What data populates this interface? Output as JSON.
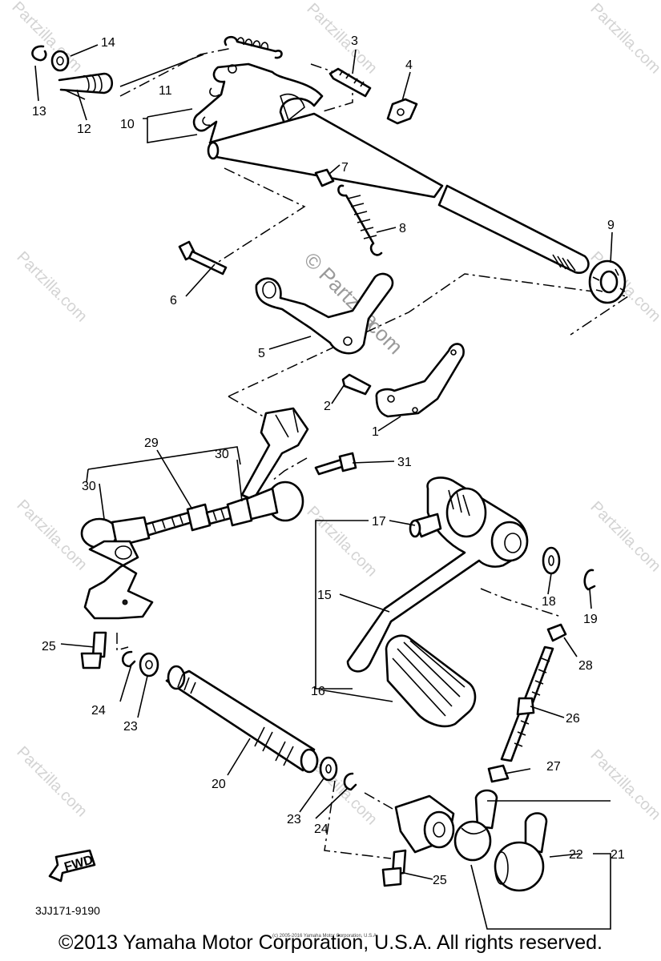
{
  "watermark": {
    "brand": "Partzilla.com",
    "center_line1": "© Partzilla",
    "center_line2": ".com"
  },
  "callouts": {
    "p1": "1",
    "p2": "2",
    "p3": "3",
    "p4": "4",
    "p5": "5",
    "p6": "6",
    "p7": "7",
    "p8": "8",
    "p9": "9",
    "p10": "10",
    "p11": "11",
    "p12": "12",
    "p13": "13",
    "p14": "14",
    "p15": "15",
    "p16": "16",
    "p17": "17",
    "p18": "18",
    "p19": "19",
    "p20": "20",
    "p21": "21",
    "p22": "22",
    "p23a": "23",
    "p23b": "23",
    "p24a": "24",
    "p24b": "24",
    "p25a": "25",
    "p25b": "25",
    "p26": "26",
    "p27": "27",
    "p28": "28",
    "p29": "29",
    "p30a": "30",
    "p30b": "30",
    "p31": "31"
  },
  "fwd_label": "FWD",
  "catalog_code": "3JJ171-9190",
  "footer": {
    "copyright": "©2013 Yamaha Motor Corporation, U.S.A. All rights reserved.",
    "small_print": "(c) 2005-2016 Yamaha Motor Corporation, U.S.A."
  }
}
